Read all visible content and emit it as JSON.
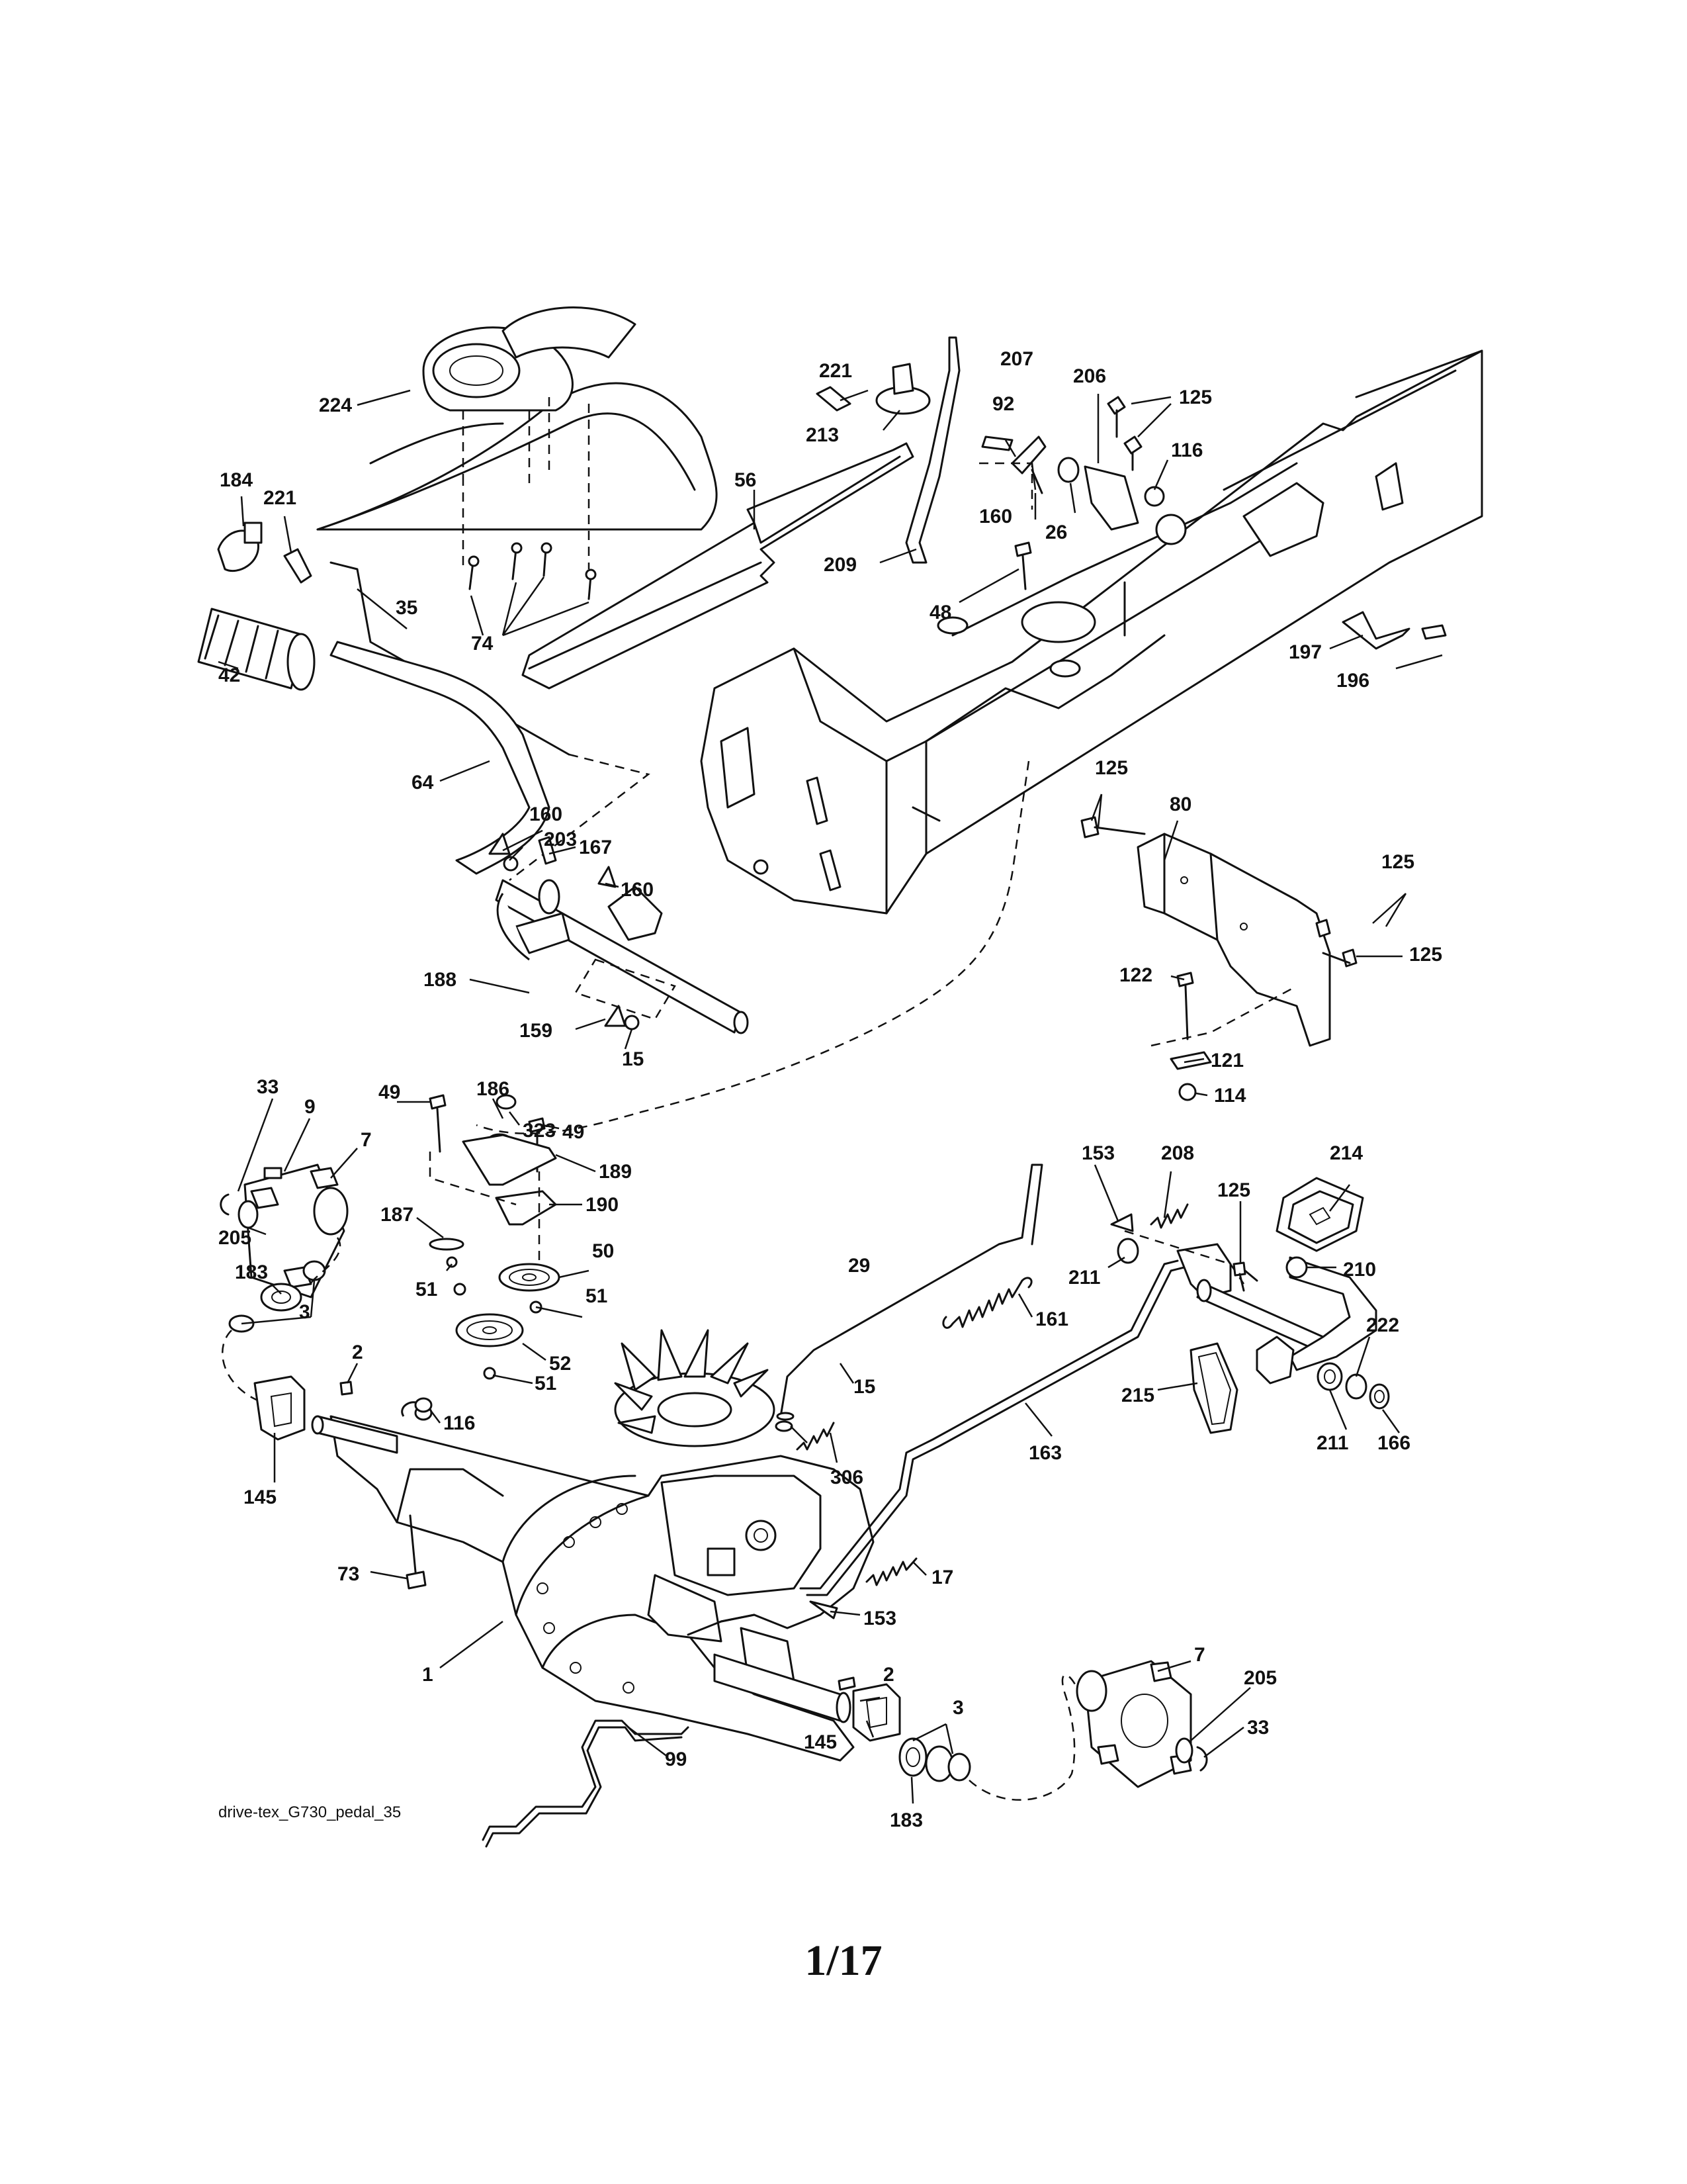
{
  "figure": {
    "caption": "drive-tex_G730_pedal_35",
    "page_number": "1/17"
  },
  "labels": {
    "l1": "1",
    "l2a": "2",
    "l2b": "2",
    "l3a": "3",
    "l3b": "3",
    "l7a": "7",
    "l7b": "7",
    "l9": "9",
    "l15a": "15",
    "l15b": "15",
    "l17": "17",
    "l26": "26",
    "l29": "29",
    "l33a": "33",
    "l33b": "33",
    "l35": "35",
    "l42": "42",
    "l48": "48",
    "l49a": "49",
    "l49b": "49",
    "l50": "50",
    "l51a": "51",
    "l51b": "51",
    "l51c": "51",
    "l52": "52",
    "l56": "56",
    "l64": "64",
    "l73": "73",
    "l74": "74",
    "l80": "80",
    "l92": "92",
    "l99": "99",
    "l114": "114",
    "l116a": "116",
    "l116b": "116",
    "l121": "121",
    "l122": "122",
    "l125a": "125",
    "l125b": "125",
    "l125c": "125",
    "l125d": "125",
    "l125e": "125",
    "l145a": "145",
    "l145b": "145",
    "l153a": "153",
    "l153b": "153",
    "l159": "159",
    "l160a": "160",
    "l160b": "160",
    "l160c": "160",
    "l161": "161",
    "l163": "163",
    "l166": "166",
    "l167": "167",
    "l183a": "183",
    "l183b": "183",
    "l184": "184",
    "l186": "186",
    "l187": "187",
    "l188": "188",
    "l189": "189",
    "l190": "190",
    "l196": "196",
    "l197": "197",
    "l203": "203",
    "l205a": "205",
    "l205b": "205",
    "l206": "206",
    "l207": "207",
    "l208": "208",
    "l209": "209",
    "l210": "210",
    "l211a": "211",
    "l211b": "211",
    "l213": "213",
    "l214": "214",
    "l215": "215",
    "l221a": "221",
    "l221b": "221",
    "l222": "222",
    "l224": "224",
    "l306": "306",
    "l323": "323"
  }
}
